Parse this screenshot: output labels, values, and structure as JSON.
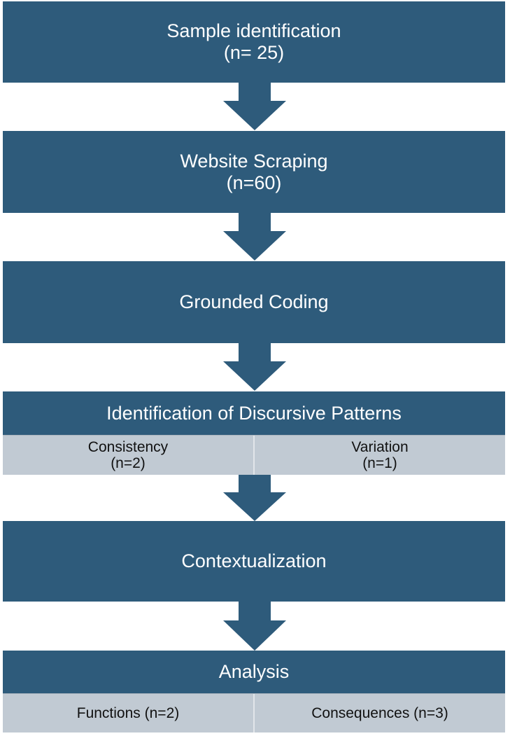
{
  "colors": {
    "box_fill": "#2e5b7b",
    "box_text": "#ffffff",
    "sub_fill": "#c1cad3",
    "sub_text": "#111111"
  },
  "steps": [
    {
      "title": "Sample identification",
      "count": "(n= 25)"
    },
    {
      "title": "Website Scraping",
      "count": "(n=60)"
    },
    {
      "title": "Grounded Coding"
    },
    {
      "title": "Identification of Discursive Patterns",
      "subs": [
        {
          "label": "Consistency",
          "count": "(n=2)"
        },
        {
          "label": "Variation",
          "count": "(n=1)"
        }
      ]
    },
    {
      "title": "Contextualization"
    },
    {
      "title": "Analysis",
      "subs": [
        {
          "label": "Functions (n=2)"
        },
        {
          "label": "Consequences (n=3)"
        }
      ]
    }
  ]
}
